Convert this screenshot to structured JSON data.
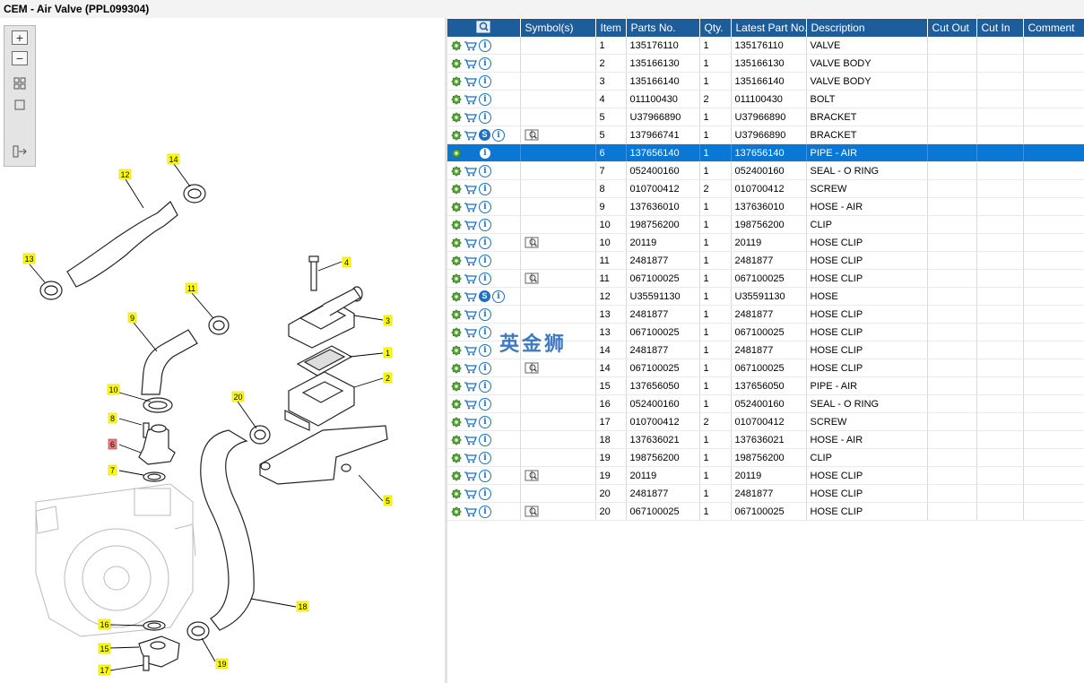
{
  "window": {
    "title": "CEM - Air Valve (PPL099304)"
  },
  "colors": {
    "header": "#1d5d9c",
    "selected_row": "#0a77d5",
    "callout_fill": "#ffff00",
    "callout_selected": "#e88080"
  },
  "toolbar": {
    "zoom_in_icon": "zoom-in-icon",
    "zoom_out_icon": "zoom-out-icon",
    "fit_icon": "fit-icon",
    "actual_icon": "actual-size-icon",
    "export_icon": "export-icon"
  },
  "diagram": {
    "callouts": [
      {
        "label": "14"
      },
      {
        "label": "12"
      },
      {
        "label": "13"
      },
      {
        "label": "4"
      },
      {
        "label": "11"
      },
      {
        "label": "9"
      },
      {
        "label": "3"
      },
      {
        "label": "1"
      },
      {
        "label": "2"
      },
      {
        "label": "10"
      },
      {
        "label": "20"
      },
      {
        "label": "8"
      },
      {
        "label": "6"
      },
      {
        "label": "7"
      },
      {
        "label": "5"
      },
      {
        "label": "18"
      },
      {
        "label": "16"
      },
      {
        "label": "15"
      },
      {
        "label": "19"
      },
      {
        "label": "17"
      }
    ]
  },
  "table": {
    "headers": {
      "symbols": "Symbol(s)",
      "item": "Item",
      "part_no": "Parts No.",
      "qty": "Qty.",
      "latest": "Latest Part No.",
      "desc": "Description",
      "cut_out": "Cut Out",
      "cut_in": "Cut In",
      "comment": "Comment"
    },
    "rows": [
      {
        "item": "1",
        "part": "135176110",
        "qty": "1",
        "latest": "135176110",
        "desc": "VALVE",
        "s": false,
        "book": false,
        "sel": false
      },
      {
        "item": "2",
        "part": "135166130",
        "qty": "1",
        "latest": "135166130",
        "desc": "VALVE BODY",
        "s": false,
        "book": false,
        "sel": false
      },
      {
        "item": "3",
        "part": "135166140",
        "qty": "1",
        "latest": "135166140",
        "desc": "VALVE BODY",
        "s": false,
        "book": false,
        "sel": false
      },
      {
        "item": "4",
        "part": "011100430",
        "qty": "2",
        "latest": "011100430",
        "desc": "BOLT",
        "s": false,
        "book": false,
        "sel": false
      },
      {
        "item": "5",
        "part": "U37966890",
        "qty": "1",
        "latest": "U37966890",
        "desc": "BRACKET",
        "s": false,
        "book": false,
        "sel": false
      },
      {
        "item": "5",
        "part": "137966741",
        "qty": "1",
        "latest": "U37966890",
        "desc": "BRACKET",
        "s": true,
        "book": true,
        "sel": false
      },
      {
        "item": "6",
        "part": "137656140",
        "qty": "1",
        "latest": "137656140",
        "desc": "PIPE - AIR",
        "s": false,
        "book": false,
        "sel": true
      },
      {
        "item": "7",
        "part": "052400160",
        "qty": "1",
        "latest": "052400160",
        "desc": "SEAL - O RING",
        "s": false,
        "book": false,
        "sel": false
      },
      {
        "item": "8",
        "part": "010700412",
        "qty": "2",
        "latest": "010700412",
        "desc": "SCREW",
        "s": false,
        "book": false,
        "sel": false
      },
      {
        "item": "9",
        "part": "137636010",
        "qty": "1",
        "latest": "137636010",
        "desc": "HOSE - AIR",
        "s": false,
        "book": false,
        "sel": false
      },
      {
        "item": "10",
        "part": "198756200",
        "qty": "1",
        "latest": "198756200",
        "desc": "CLIP",
        "s": false,
        "book": false,
        "sel": false
      },
      {
        "item": "10",
        "part": "20119",
        "qty": "1",
        "latest": "20119",
        "desc": "HOSE CLIP",
        "s": false,
        "book": true,
        "sel": false
      },
      {
        "item": "11",
        "part": "2481877",
        "qty": "1",
        "latest": "2481877",
        "desc": "HOSE CLIP",
        "s": false,
        "book": false,
        "sel": false
      },
      {
        "item": "11",
        "part": "067100025",
        "qty": "1",
        "latest": "067100025",
        "desc": "HOSE CLIP",
        "s": false,
        "book": true,
        "sel": false
      },
      {
        "item": "12",
        "part": "U35591130",
        "qty": "1",
        "latest": "U35591130",
        "desc": "HOSE",
        "s": true,
        "book": false,
        "sel": false
      },
      {
        "item": "13",
        "part": "2481877",
        "qty": "1",
        "latest": "2481877",
        "desc": "HOSE CLIP",
        "s": false,
        "book": false,
        "sel": false
      },
      {
        "item": "13",
        "part": "067100025",
        "qty": "1",
        "latest": "067100025",
        "desc": "HOSE CLIP",
        "s": false,
        "book": false,
        "sel": false
      },
      {
        "item": "14",
        "part": "2481877",
        "qty": "1",
        "latest": "2481877",
        "desc": "HOSE CLIP",
        "s": false,
        "book": false,
        "sel": false
      },
      {
        "item": "14",
        "part": "067100025",
        "qty": "1",
        "latest": "067100025",
        "desc": "HOSE CLIP",
        "s": false,
        "book": true,
        "sel": false
      },
      {
        "item": "15",
        "part": "137656050",
        "qty": "1",
        "latest": "137656050",
        "desc": "PIPE - AIR",
        "s": false,
        "book": false,
        "sel": false
      },
      {
        "item": "16",
        "part": "052400160",
        "qty": "1",
        "latest": "052400160",
        "desc": "SEAL - O RING",
        "s": false,
        "book": false,
        "sel": false
      },
      {
        "item": "17",
        "part": "010700412",
        "qty": "2",
        "latest": "010700412",
        "desc": "SCREW",
        "s": false,
        "book": false,
        "sel": false
      },
      {
        "item": "18",
        "part": "137636021",
        "qty": "1",
        "latest": "137636021",
        "desc": "HOSE - AIR",
        "s": false,
        "book": false,
        "sel": false
      },
      {
        "item": "19",
        "part": "198756200",
        "qty": "1",
        "latest": "198756200",
        "desc": "CLIP",
        "s": false,
        "book": false,
        "sel": false
      },
      {
        "item": "19",
        "part": "20119",
        "qty": "1",
        "latest": "20119",
        "desc": "HOSE CLIP",
        "s": false,
        "book": true,
        "sel": false
      },
      {
        "item": "20",
        "part": "2481877",
        "qty": "1",
        "latest": "2481877",
        "desc": "HOSE CLIP",
        "s": false,
        "book": false,
        "sel": false
      },
      {
        "item": "20",
        "part": "067100025",
        "qty": "1",
        "latest": "067100025",
        "desc": "HOSE CLIP",
        "s": false,
        "book": true,
        "sel": false
      }
    ]
  },
  "watermark": {
    "text": "英金狮"
  }
}
